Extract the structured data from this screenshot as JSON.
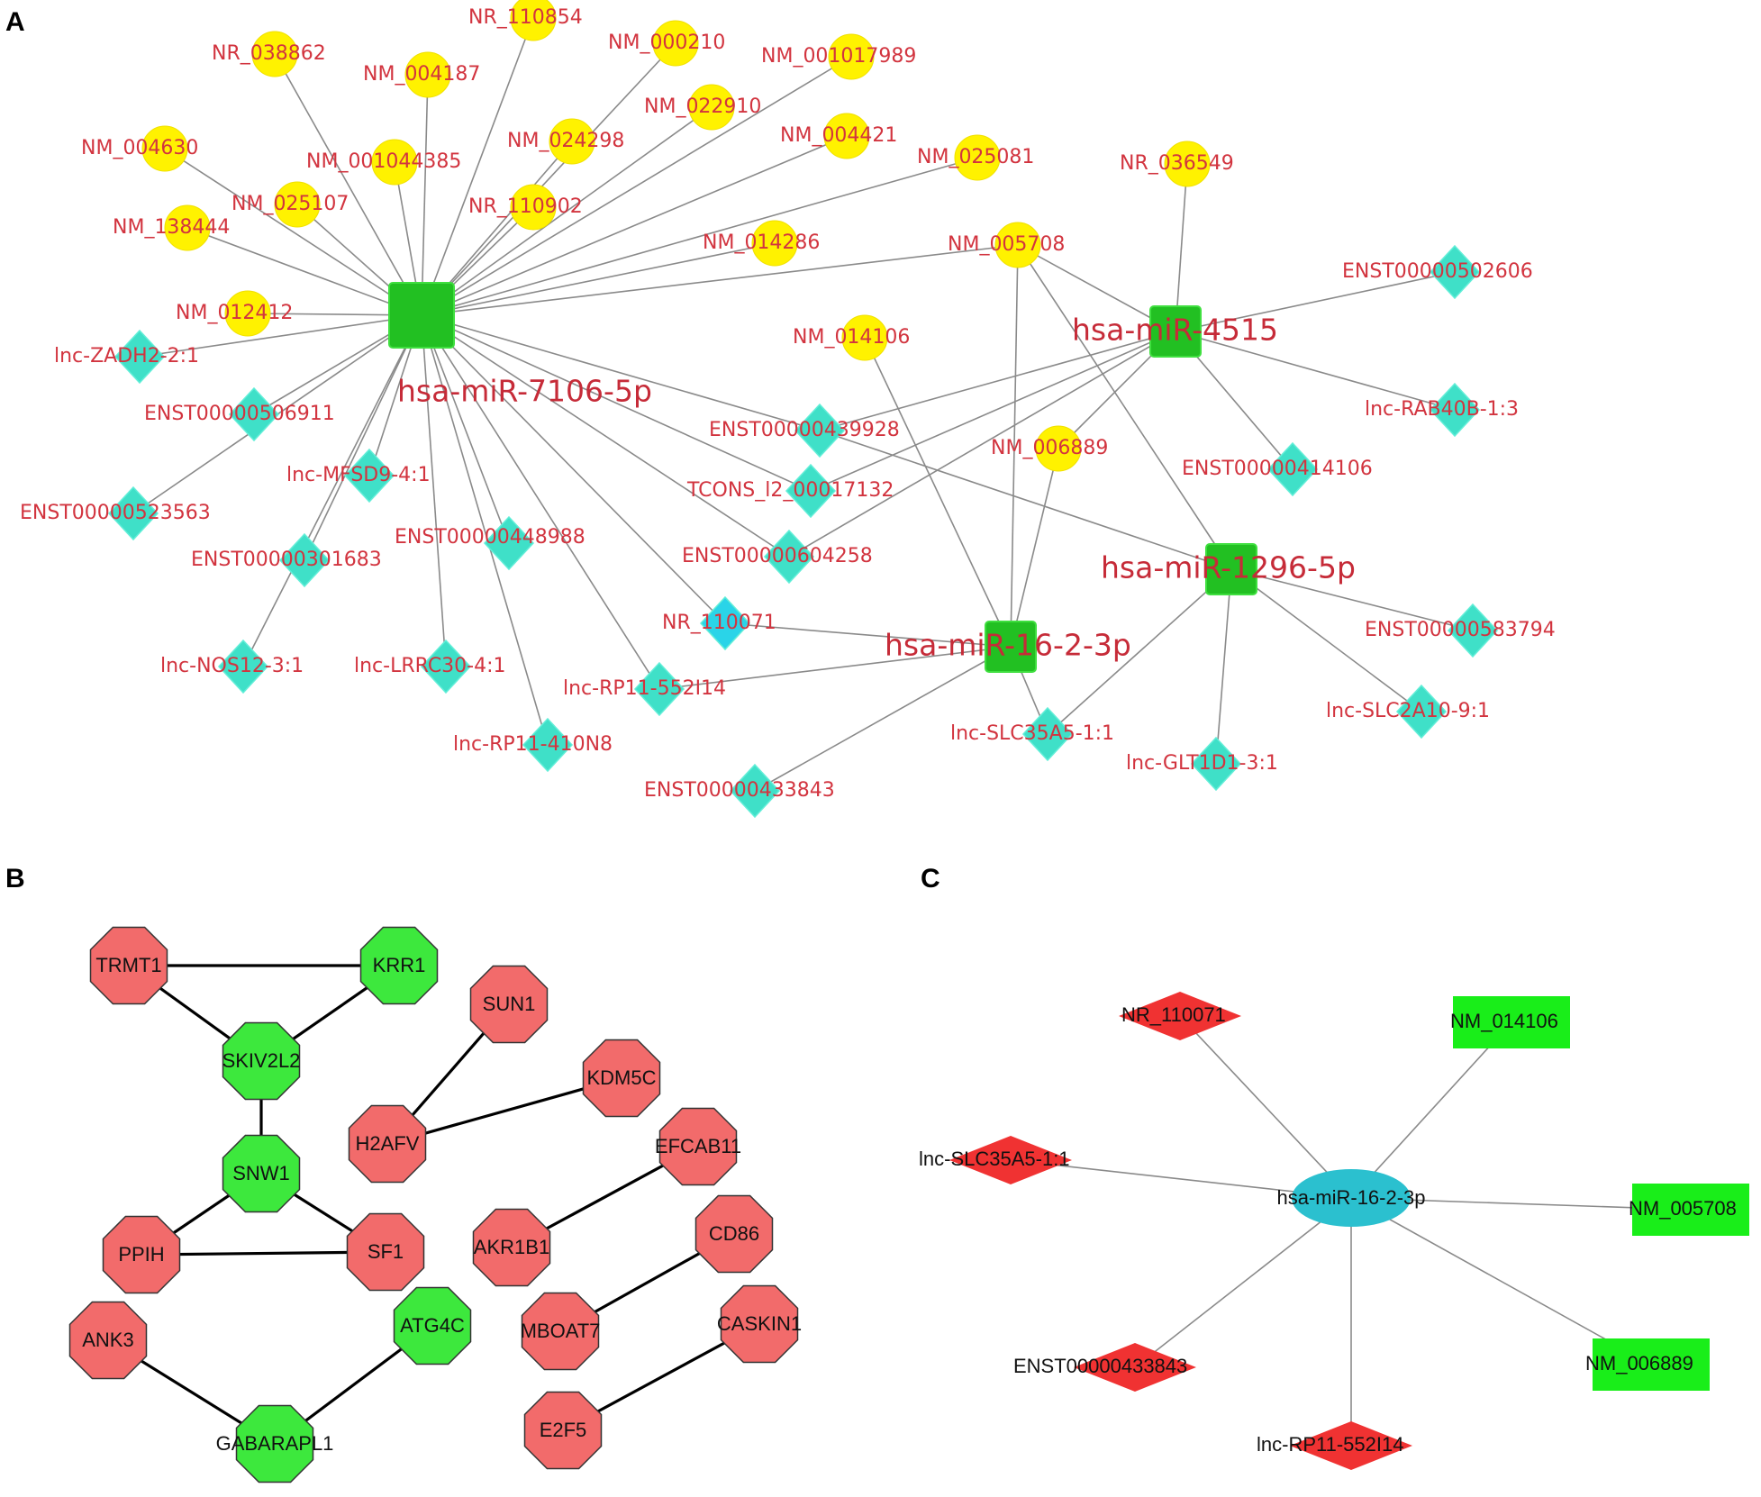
{
  "panels": {
    "a": "A",
    "b": "B",
    "c": "C"
  },
  "colors": {
    "mrna_node": "#fff200",
    "lnc_node": "#3fe0c8",
    "mirna_node": "#22c022",
    "label_a": "#d2343f",
    "up_node": "#f26b6b",
    "down_node": "#3de83d",
    "hub_c": "#2bc0cf",
    "red_c": "#f03232",
    "green_c": "#19ee19"
  },
  "panel_a": {
    "hubs": [
      {
        "id": "m7106",
        "label": "hsa-miR-7106-5p"
      },
      {
        "id": "m4515",
        "label": "hsa-miR-4515"
      },
      {
        "id": "m1296",
        "label": "hsa-miR-1296-5p"
      },
      {
        "id": "m16",
        "label": "hsa-miR-16-2-3p"
      }
    ],
    "nodes": [
      {
        "id": "a1",
        "label": "NR_110854",
        "shape": "circle"
      },
      {
        "id": "a2",
        "label": "NR_038862",
        "shape": "circle"
      },
      {
        "id": "a3",
        "label": "NM_000210",
        "shape": "circle"
      },
      {
        "id": "a4",
        "label": "NM_001017989",
        "shape": "circle"
      },
      {
        "id": "a5",
        "label": "NM_004187",
        "shape": "circle"
      },
      {
        "id": "a6",
        "label": "NM_022910",
        "shape": "circle"
      },
      {
        "id": "a7",
        "label": "NM_004421",
        "shape": "circle"
      },
      {
        "id": "a8",
        "label": "NM_004630",
        "shape": "circle"
      },
      {
        "id": "a9",
        "label": "NM_024298",
        "shape": "circle"
      },
      {
        "id": "a10",
        "label": "NM_001044385",
        "shape": "circle"
      },
      {
        "id": "a11",
        "label": "NM_025081",
        "shape": "circle"
      },
      {
        "id": "a12",
        "label": "NR_036549",
        "shape": "circle"
      },
      {
        "id": "a13",
        "label": "NM_025107",
        "shape": "circle"
      },
      {
        "id": "a14",
        "label": "NR_110902",
        "shape": "circle"
      },
      {
        "id": "a15",
        "label": "NM_138444",
        "shape": "circle"
      },
      {
        "id": "a16",
        "label": "NM_014286",
        "shape": "circle"
      },
      {
        "id": "a17",
        "label": "NM_005708",
        "shape": "circle"
      },
      {
        "id": "a18",
        "label": "NM_012412",
        "shape": "circle"
      },
      {
        "id": "a19",
        "label": "NM_014106",
        "shape": "circle"
      },
      {
        "id": "a20",
        "label": "NM_006889",
        "shape": "circle"
      },
      {
        "id": "a21",
        "label": "ENST00000502606",
        "shape": "diamond"
      },
      {
        "id": "a22",
        "label": "lnc-ZADH2-2:1",
        "shape": "diamond"
      },
      {
        "id": "a23",
        "label": "ENST00000506911",
        "shape": "diamond"
      },
      {
        "id": "a24",
        "label": "ENST00000439928",
        "shape": "diamond"
      },
      {
        "id": "a25",
        "label": "lnc-RAB40B-1:3",
        "shape": "diamond"
      },
      {
        "id": "a26",
        "label": "lnc-MFSD9-4:1",
        "shape": "diamond"
      },
      {
        "id": "a27",
        "label": "ENST00000414106",
        "shape": "diamond"
      },
      {
        "id": "a28",
        "label": "ENST00000523563",
        "shape": "diamond"
      },
      {
        "id": "a29",
        "label": "TCONS_l2_00017132",
        "shape": "diamond"
      },
      {
        "id": "a30",
        "label": "ENST00000448988",
        "shape": "diamond"
      },
      {
        "id": "a31",
        "label": "ENST00000301683",
        "shape": "diamond"
      },
      {
        "id": "a32",
        "label": "ENST00000604258",
        "shape": "diamond"
      },
      {
        "id": "a33",
        "label": "NR_110071",
        "shape": "diamond"
      },
      {
        "id": "a34",
        "label": "ENST00000583794",
        "shape": "diamond"
      },
      {
        "id": "a35",
        "label": "lnc-NOS12-3:1",
        "shape": "diamond"
      },
      {
        "id": "a36",
        "label": "lnc-LRRC30-4:1",
        "shape": "diamond"
      },
      {
        "id": "a37",
        "label": "lnc-RP11-552I14",
        "shape": "diamond"
      },
      {
        "id": "a38",
        "label": "lnc-SLC2A10-9:1",
        "shape": "diamond"
      },
      {
        "id": "a39",
        "label": "lnc-SLC35A5-1:1",
        "shape": "diamond"
      },
      {
        "id": "a40",
        "label": "lnc-RP11-410N8",
        "shape": "diamond"
      },
      {
        "id": "a41",
        "label": "lnc-GLT1D1-3:1",
        "shape": "diamond"
      },
      {
        "id": "a42",
        "label": "ENST00000433843",
        "shape": "diamond"
      }
    ]
  },
  "panel_b": {
    "nodes": [
      {
        "id": "b1",
        "label": "TRMT1",
        "status": "up"
      },
      {
        "id": "b2",
        "label": "KRR1",
        "status": "down"
      },
      {
        "id": "b3",
        "label": "SKIV2L2",
        "status": "down"
      },
      {
        "id": "b4",
        "label": "SNW1",
        "status": "down"
      },
      {
        "id": "b5",
        "label": "PPIH",
        "status": "up"
      },
      {
        "id": "b6",
        "label": "SF1",
        "status": "up"
      },
      {
        "id": "b7",
        "label": "ANK3",
        "status": "up"
      },
      {
        "id": "b8",
        "label": "ATG4C",
        "status": "down"
      },
      {
        "id": "b9",
        "label": "GABARAPL1",
        "status": "down"
      },
      {
        "id": "b10",
        "label": "SUN1",
        "status": "up"
      },
      {
        "id": "b11",
        "label": "H2AFV",
        "status": "up"
      },
      {
        "id": "b12",
        "label": "KDM5C",
        "status": "up"
      },
      {
        "id": "b13",
        "label": "EFCAB11",
        "status": "up"
      },
      {
        "id": "b14",
        "label": "AKR1B1",
        "status": "up"
      },
      {
        "id": "b15",
        "label": "CD86",
        "status": "up"
      },
      {
        "id": "b16",
        "label": "MBOAT7",
        "status": "up"
      },
      {
        "id": "b17",
        "label": "CASKIN1",
        "status": "up"
      },
      {
        "id": "b18",
        "label": "E2F5",
        "status": "up"
      }
    ]
  },
  "panel_c": {
    "hub": "hsa-miR-16-2-3p",
    "nodes": [
      {
        "id": "c1",
        "label": "NR_110071",
        "shape": "diamond"
      },
      {
        "id": "c2",
        "label": "NM_014106",
        "shape": "rect"
      },
      {
        "id": "c3",
        "label": "lnc-SLC35A5-1:1",
        "shape": "diamond"
      },
      {
        "id": "c4",
        "label": "NM_005708",
        "shape": "rect"
      },
      {
        "id": "c5",
        "label": "ENST00000433843",
        "shape": "diamond"
      },
      {
        "id": "c6",
        "label": "NM_006889",
        "shape": "rect"
      },
      {
        "id": "c7",
        "label": "lnc-RP11-552I14",
        "shape": "diamond"
      }
    ]
  }
}
